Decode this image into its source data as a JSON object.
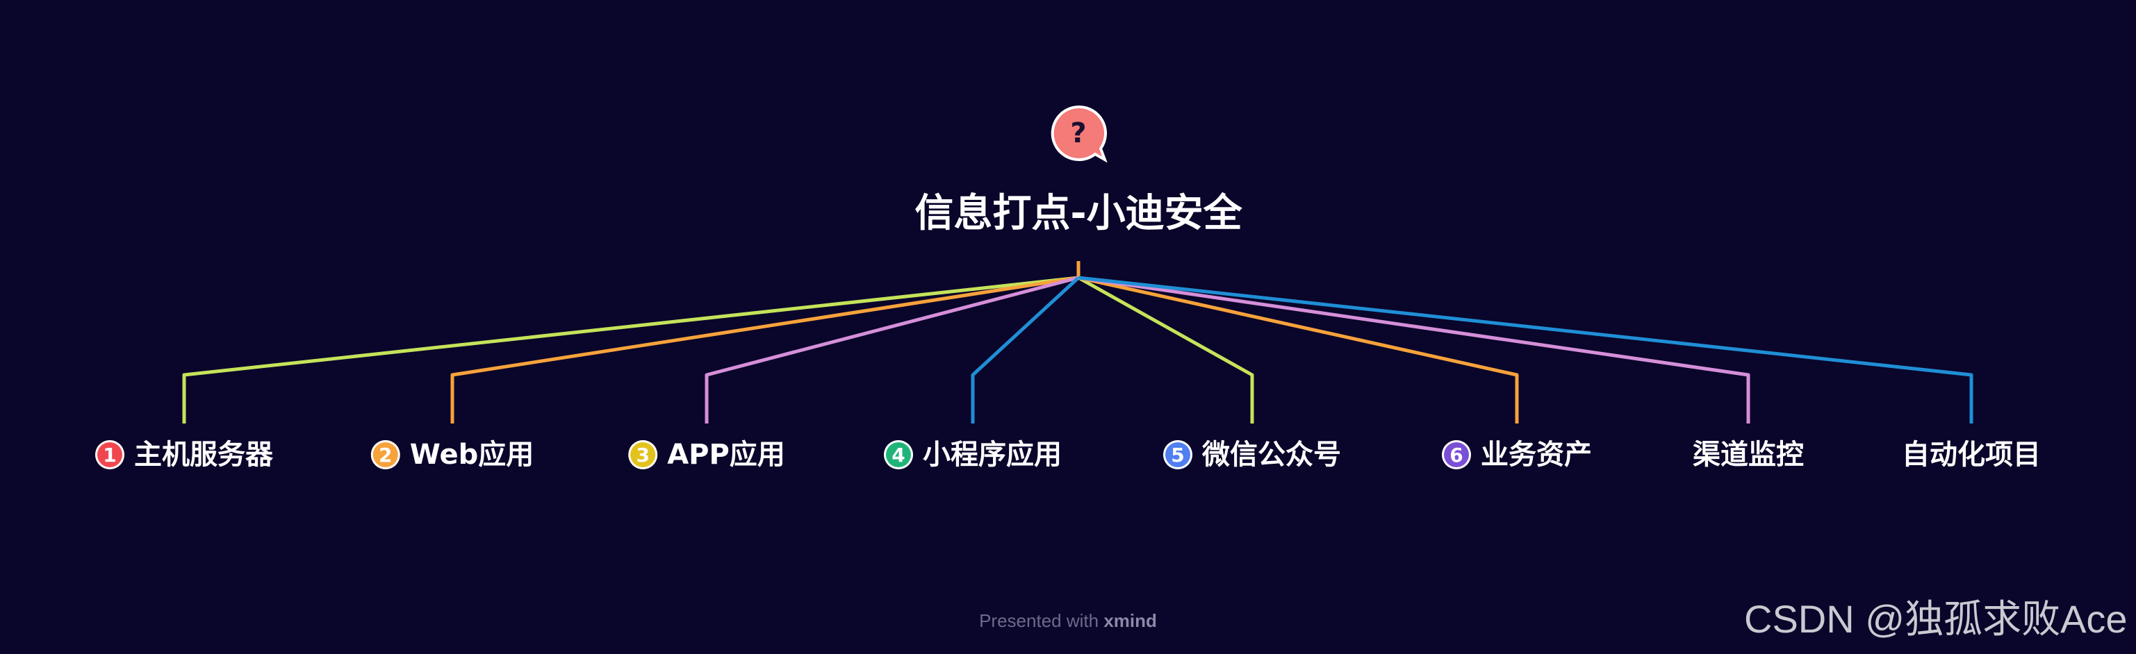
{
  "diagram": {
    "root": {
      "title": "信息打点-小迪安全",
      "icon": "question-speech-bubble-icon"
    },
    "branches": [
      {
        "label": "主机服务器",
        "badge": "1",
        "color": "#c5e35a",
        "badge_color": "#f0474f"
      },
      {
        "label": "Web应用",
        "badge": "2",
        "color": "#f7a23b",
        "badge_color": "#f7a23b"
      },
      {
        "label": "APP应用",
        "badge": "3",
        "color": "#d58fd9",
        "badge_color": "#e2c21d"
      },
      {
        "label": "小程序应用",
        "badge": "4",
        "color": "#1f8fd6",
        "badge_color": "#1fb47a"
      },
      {
        "label": "微信公众号",
        "badge": "5",
        "color": "#c5e35a",
        "badge_color": "#4f7ff0"
      },
      {
        "label": "业务资产",
        "badge": "6",
        "color": "#f7a23b",
        "badge_color": "#7a4fd6"
      },
      {
        "label": "渠道监控",
        "badge": "",
        "color": "#d58fd9",
        "badge_color": ""
      },
      {
        "label": "自动化项目",
        "badge": "",
        "color": "#1f8fd6",
        "badge_color": ""
      }
    ]
  },
  "footer": {
    "prefix": "Presented with",
    "brand": "xmind"
  },
  "watermark": "CSDN @独孤求败Ace"
}
